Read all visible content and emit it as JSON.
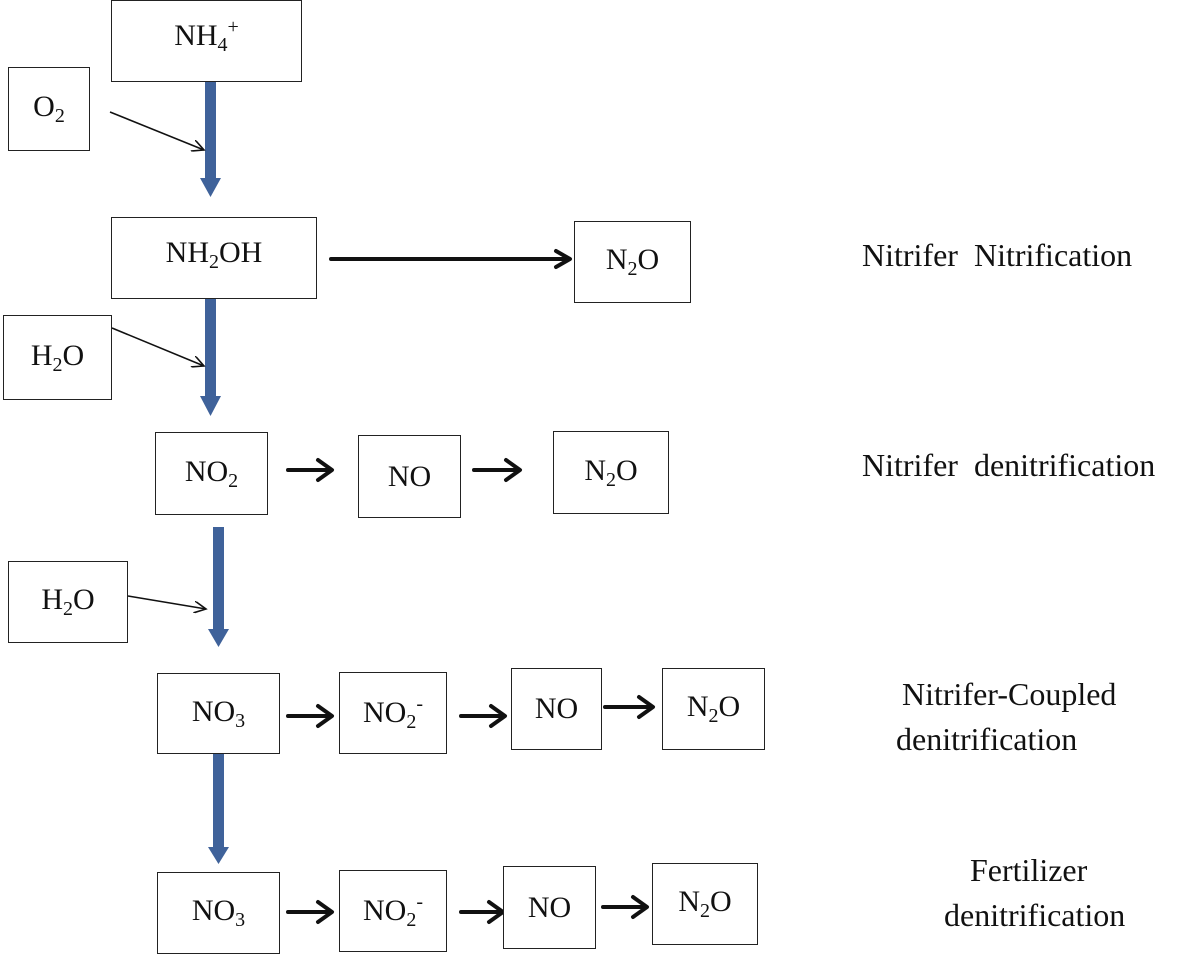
{
  "nodes": {
    "nh4": "NH4+",
    "o2": "O2",
    "nh2oh": "NH2OH",
    "n2o_nitrification": "N2O",
    "h2o_first": "H2O",
    "no2_row3": "NO2",
    "no_row3": "NO",
    "n2o_row3": "N2O",
    "h2o_second": "H2O",
    "no3_row4": "NO3",
    "no2minus_row4": "NO2-",
    "no_row4": "NO",
    "n2o_row4": "N2O",
    "no3_row5": "NO3",
    "no2minus_row5": "NO2-",
    "no_row5": "NO",
    "n2o_row5": "N2O"
  },
  "labels": {
    "nitrifer_nitrification": "Nitrifer  Nitrification",
    "nitrifer_denitrification": "Nitrifer  denitrification",
    "nitrifer_coupled_line1": "Nitrifer-Coupled",
    "nitrifer_coupled_line2": "denitrification",
    "fertilizer_line1": "Fertilizer",
    "fertilizer_line2": "denitrification"
  },
  "colors": {
    "main_flow_arrow": "#3F629A",
    "side_arrow": "#111111",
    "box_border": "#222222"
  }
}
